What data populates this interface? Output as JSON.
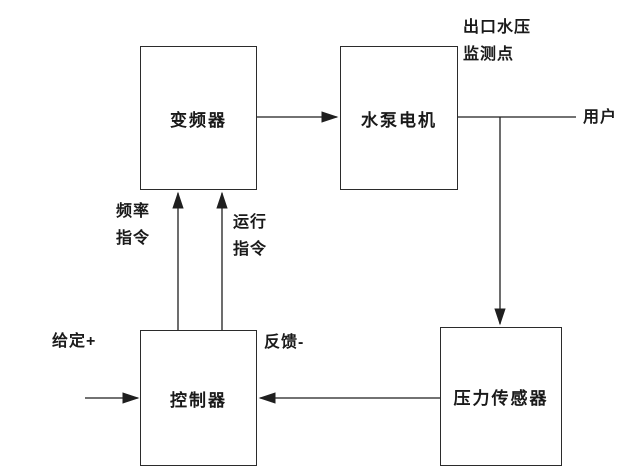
{
  "diagram": {
    "type": "control-system-block-diagram",
    "blocks": {
      "inverter": {
        "label": "变频器"
      },
      "pump_motor": {
        "label": "水泵电机"
      },
      "controller": {
        "label": "控制器"
      },
      "pressure_sensor": {
        "label": "压力传感器"
      }
    },
    "labels": {
      "outlet_pressure_monitor": "出口水压\n监测点",
      "user": "用户",
      "frequency_command": "频率\n指令",
      "run_command": "运行\n指令",
      "setpoint_plus": "给定+",
      "feedback_minus": "反馈-"
    },
    "connections": [
      "变频器 → 水泵电机",
      "水泵电机 → 用户",
      "水泵电机出口 → 压力传感器",
      "压力传感器 → 控制器 (反馈-)",
      "控制器 → 变频器 (频率指令)",
      "控制器 → 变频器 (运行指令)",
      "给定+ → 控制器"
    ],
    "colors": {
      "line": "#1f1f1f",
      "text": "#1a1a1a",
      "background": "#ffffff"
    }
  }
}
